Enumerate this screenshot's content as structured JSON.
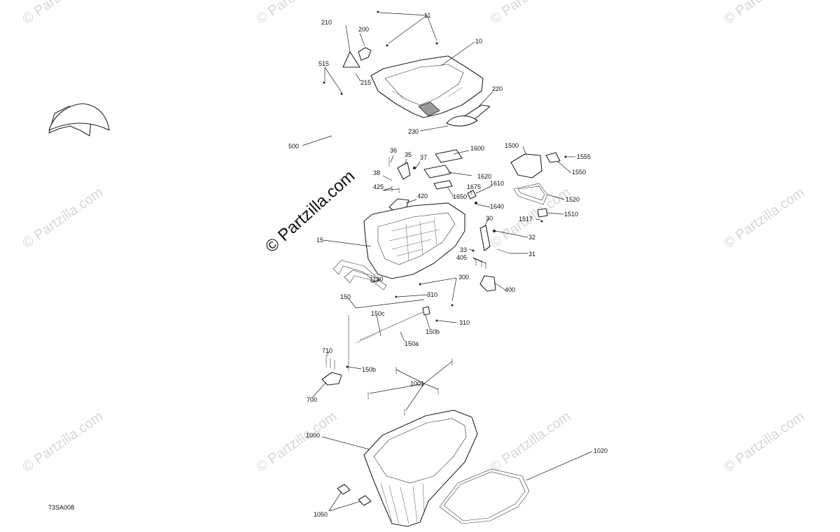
{
  "watermark": {
    "main": "© Partzilla.com",
    "tile": "© Partzilla.com"
  },
  "diagram_code": "73SA008",
  "callouts": {
    "c11": "11",
    "c10": "10",
    "c200": "200",
    "c210": "210",
    "c215": "215",
    "c515": "515",
    "c220": "220",
    "c230": "230",
    "c500": "500",
    "c36": "36",
    "c35": "35",
    "c37": "37",
    "c38": "38",
    "c425": "425",
    "c420": "420",
    "c1600": "1600",
    "c1620": "1620",
    "c1650": "1650",
    "c1675": "1675",
    "c1610": "1610",
    "c1640": "1640",
    "c1500": "1500",
    "c1555": "1555",
    "c1550": "1550",
    "c1520": "1520",
    "c1510": "1510",
    "c1517": "1517",
    "c30": "30",
    "c32": "32",
    "c31": "31",
    "c33": "33",
    "c405": "405",
    "c400": "400",
    "c15": "15",
    "c1130": "1130",
    "c300": "300",
    "c310a": "310",
    "c310b": "310",
    "c150": "150",
    "c150c": "150c",
    "c150b1": "150b",
    "c150a": "150a",
    "c150b2": "150b",
    "c710": "710",
    "c700": "700",
    "c1001": "1001",
    "c1000": "1000",
    "c1020": "1020",
    "c1050": "1050"
  }
}
